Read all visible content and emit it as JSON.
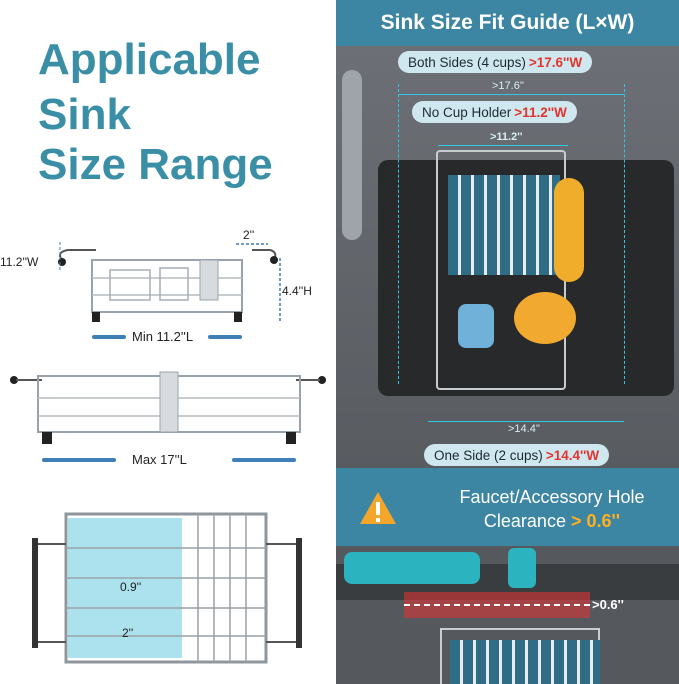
{
  "left_title": [
    "Applicable",
    "Sink",
    "Size Range"
  ],
  "diagram1": {
    "width_label": "11.2''W",
    "handle_label": "2''",
    "height_label": "4.4''H",
    "length_label": "Min 11.2''L"
  },
  "diagram2": {
    "length_label": "Max 17''L"
  },
  "diagram3": {
    "gap_label_1": "0.9''",
    "gap_label_2": "2''"
  },
  "right": {
    "header": "Sink Size Fit Guide (L×W)",
    "both_sides": {
      "text": "Both Sides (4 cups)",
      "value": ">17.6''W"
    },
    "measure_top": ">17.6''",
    "no_cup": {
      "text": "No Cup Holder",
      "value": ">11.2''W"
    },
    "measure_mid": ">11.2''",
    "measure_bottom": ">14.4''",
    "one_side": {
      "text": "One Side (2 cups)",
      "value": ">14.4''W"
    },
    "warning": {
      "line1": "Faucet/Accessory Hole",
      "line2": "Clearance",
      "value": "> 0.6''"
    },
    "clearance_label": ">0.6''"
  },
  "colors": {
    "title": "#3a8fa6",
    "header": "#3d86a3",
    "highlight": "#e3342f",
    "accent": "#30c6e4",
    "warning": "#ffb020"
  },
  "icons": [
    "warning-icon"
  ]
}
